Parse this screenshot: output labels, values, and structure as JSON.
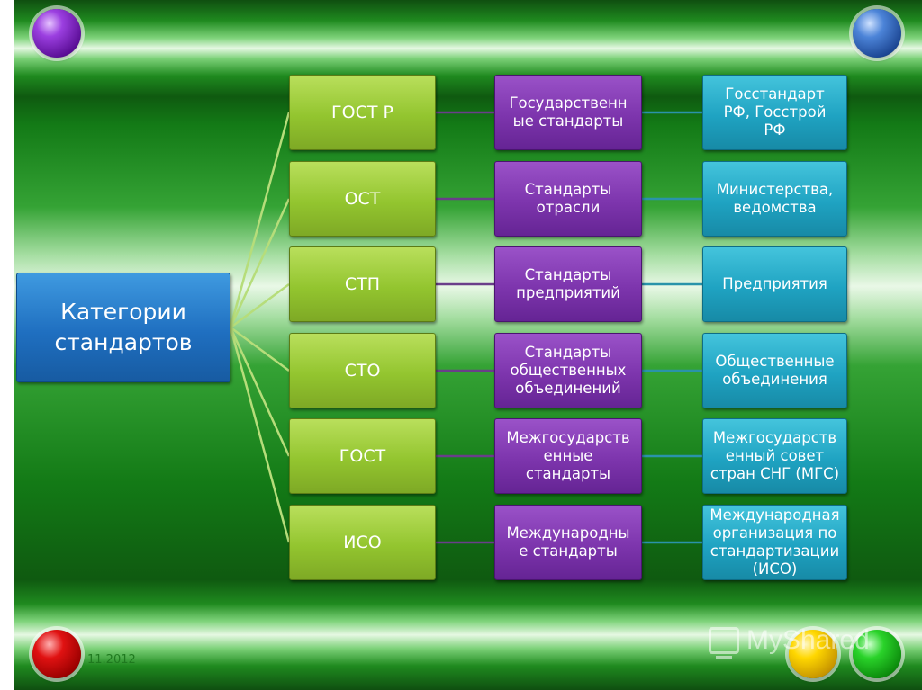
{
  "root": {
    "lines": [
      "Категории",
      "стандартов"
    ]
  },
  "rows": [
    {
      "category": "ГОСТ Р",
      "type": [
        "Государственн",
        "ые стандарты"
      ],
      "org": [
        "Госстандарт",
        "РФ, Госстрой",
        "РФ"
      ]
    },
    {
      "category": "ОСТ",
      "type": [
        "Стандарты",
        "отрасли"
      ],
      "org": [
        "Министерства,",
        "ведомства"
      ]
    },
    {
      "category": "СТП",
      "type": [
        "Стандарты",
        "предприятий"
      ],
      "org": [
        "Предприятия"
      ]
    },
    {
      "category": "СТО",
      "type": [
        "Стандарты",
        "общественных",
        "объединений"
      ],
      "org": [
        "Общественные",
        "объединения"
      ]
    },
    {
      "category": "ГОСТ",
      "type": [
        "Межгосударств",
        "енные",
        "стандарты"
      ],
      "org": [
        "Межгосударств",
        "енный совет",
        "стран СНГ (МГС)"
      ]
    },
    {
      "category": "ИСО",
      "type": [
        "Международны",
        "е стандарты"
      ],
      "org": [
        "Международная",
        "организация по",
        "стандартизации",
        "(ИСО)"
      ]
    }
  ],
  "footer": {
    "date": "11.2012",
    "watermark": "MyShared"
  },
  "colors": {
    "root": "#1f6fc0",
    "category": "#93c52f",
    "type": "#7d35ad",
    "org": "#1fa3c2",
    "link": "#b6dd7a"
  },
  "decor": {
    "corner_balls": [
      "purple-ball-icon",
      "blue-ball-icon",
      "red-ball-icon",
      "yellow-ball-icon",
      "green-ball-icon"
    ]
  }
}
